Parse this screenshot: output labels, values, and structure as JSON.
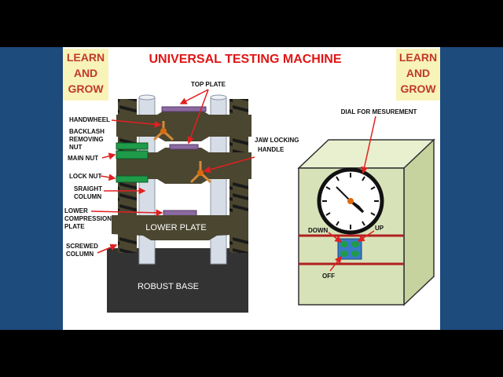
{
  "title": "UNIVERSAL TESTING MACHINE",
  "brand_left": [
    "LEARN",
    "AND",
    "GROW"
  ],
  "brand_right": [
    "LEARN",
    "AND",
    "GROW"
  ],
  "labels": {
    "top_plate": "TOP PLATE",
    "handwheel": "HANDWHEEL",
    "backlash": [
      "BACKLASH",
      "REMOVING",
      "NUT"
    ],
    "main_nut": "MAIN NUT",
    "lock_nut": "LOCK NUT",
    "straight_column": [
      "SRAIGHT",
      "COLUMN"
    ],
    "lower_compression_plate": [
      "LOWER",
      "COMPRESSION",
      "PLATE"
    ],
    "screwed_column": [
      "SCREWED",
      "COLUMN"
    ],
    "jaw_locking_handle": [
      "JAW LOCKING",
      "HANDLE"
    ],
    "lower_plate": "LOWER PLATE",
    "robust_base": "ROBUST BASE",
    "dial": "DIAL FOR MESUREMENT",
    "down": "DOWN",
    "up": "UP",
    "off": "OFF"
  },
  "colors": {
    "side_bars": "#1c4b7c",
    "title": "#e01515",
    "brand_box": "#f8f3b8",
    "brand_text": "#c0392b",
    "crosshead": "#4a4630",
    "column": "#d7dde6",
    "screw_column": "#4a4630",
    "nut": "#1f9b4a",
    "base": "#333333",
    "cabinet": "#d8e2b8",
    "arrow": "#e02020"
  }
}
